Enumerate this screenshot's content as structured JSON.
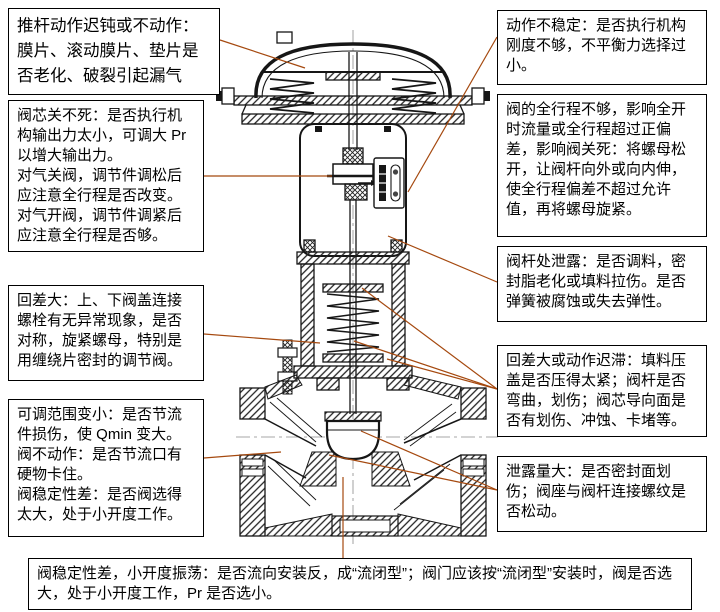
{
  "colors": {
    "connector_line": "#a5490f",
    "box_border": "#000000",
    "box_text": "#000000",
    "drawing_ink": "#161616",
    "background": "#ffffff"
  },
  "annotations": {
    "left": [
      {
        "id": "pushrod-sluggish",
        "paragraphs": [
          "推杆动作迟钝或不动作：膜片、滚动膜片、垫片是否老化、破裂引起漏气"
        ]
      },
      {
        "id": "plug-not-closing",
        "paragraphs": [
          "阀芯关不死：是否执行机构输出力太小，可调大 Pr 以增大输出力。",
          "对气关阀，调节件调松后应注意全行程是否改变。",
          "对气开阀，调节件调紧后应注意全行程是否够。"
        ]
      },
      {
        "id": "hysteresis-bonnet-bolts",
        "paragraphs": [
          "回差大：上、下阀盖连接螺栓有无异常现象，是否对称，旋紧螺母，特别是用缠绕片密封的调节阀。"
        ]
      },
      {
        "id": "rangeability-smaller",
        "paragraphs": [
          "可调范围变小：是否节流件损伤，使 Qmin 变大。",
          "阀不动作：是否节流口有硬物卡住。",
          "阀稳定性差：是否阀选得太大，处于小开度工作。"
        ]
      }
    ],
    "right": [
      {
        "id": "unstable-action",
        "paragraphs": [
          "动作不稳定：是否执行机构刚度不够，不平衡力选择过小。"
        ]
      },
      {
        "id": "stroke-insufficient",
        "paragraphs": [
          "阀的全行程不够，影响全开时流量或全行程超过正偏差，影响阀关死：将螺母松开，让阀杆向外或向内伸，使全行程偏差不超过允许值，再将螺母旋紧。"
        ]
      },
      {
        "id": "stem-leakage",
        "paragraphs": [
          "阀杆处泄露：是否调料，密封脂老化或填料拉伤。是否弹簧被腐蚀或失去弹性。"
        ]
      },
      {
        "id": "hysteresis-packing",
        "paragraphs": [
          "回差大或动作迟滞：填料压盖是否压得太紧；阀杆是否弯曲，划伤；阀芯导向面是否有划伤、冲蚀、卡堵等。"
        ]
      },
      {
        "id": "seat-leakage",
        "paragraphs": [
          "泄露量大：是否密封面划伤；阀座与阀杆连接螺纹是否松动。"
        ]
      }
    ],
    "bottom": {
      "id": "instability-flow-direction",
      "paragraphs": [
        "阀稳定性差，小开度振荡：是否流向安装反，成“流闭型”；阀门应该按“流闭型”安装时，阀是否选大，处于小开度工作，Pr 是否选小。"
      ]
    }
  },
  "diagram": {
    "components": [
      "diaphragm-actuator",
      "actuator-springs",
      "diaphragm-plate",
      "actuator-stem",
      "yoke",
      "travel-scale",
      "stem-connector",
      "bonnet",
      "packing-spring",
      "bonnet-flange-bolts",
      "valve-stem",
      "valve-plug",
      "valve-seat",
      "valve-body",
      "pipe-flanges",
      "center-lines"
    ]
  }
}
